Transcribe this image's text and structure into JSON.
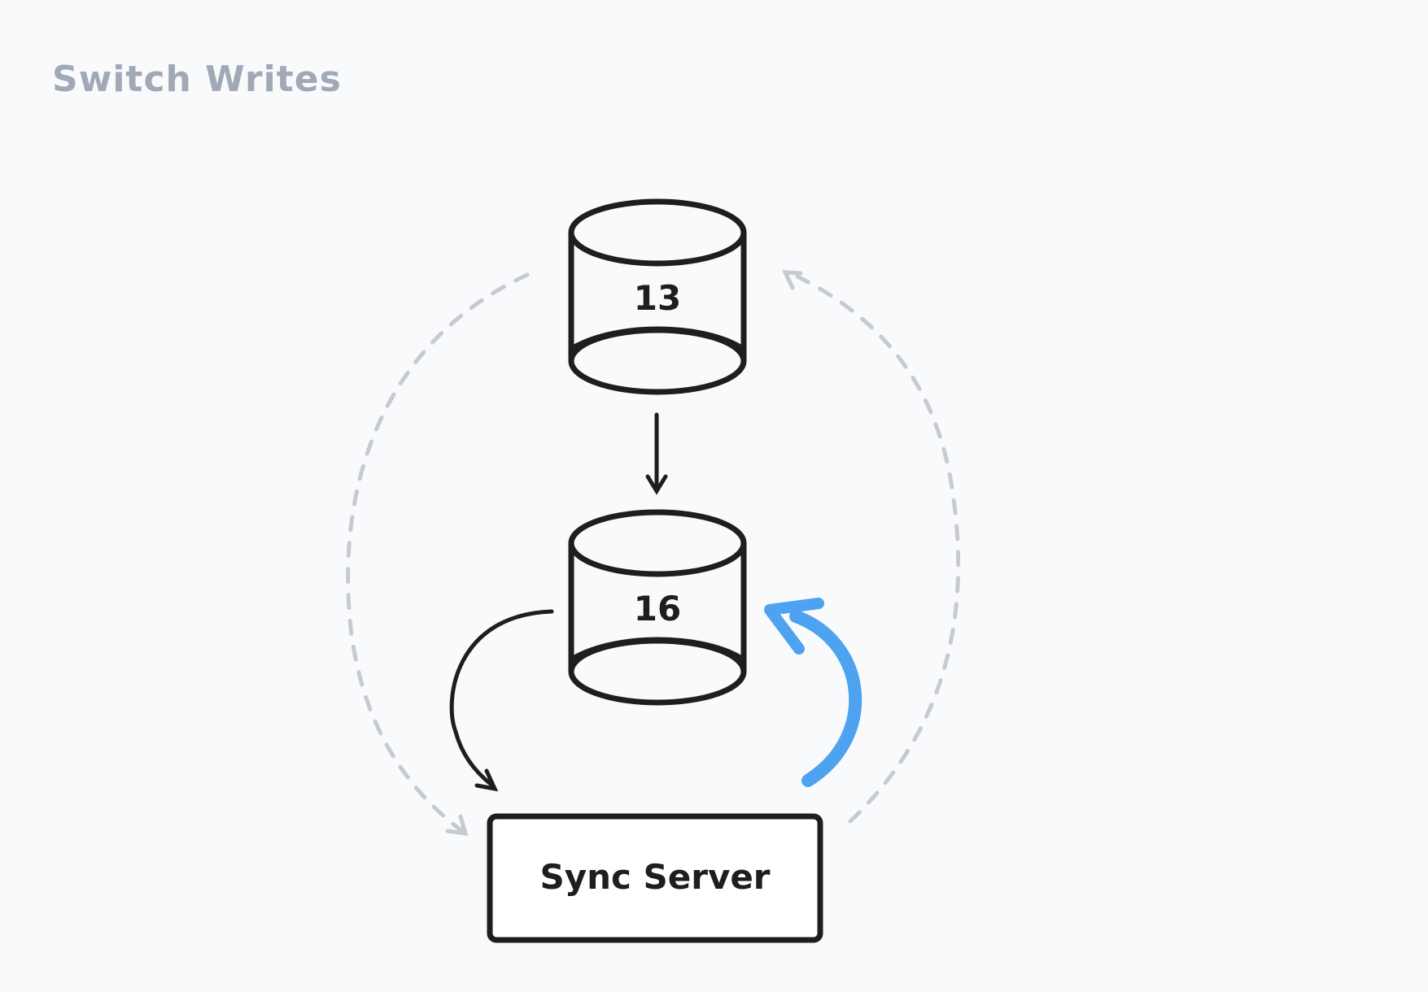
{
  "title": "Switch Writes",
  "colors": {
    "background": "#f9fafc",
    "title": "#a0a9b6",
    "ink": "#1e1e1e",
    "highlight": "#4da3ef",
    "dashed": "#c7cacf",
    "box_fill": "#ffffff"
  },
  "nodes": {
    "db_source": {
      "label": "13"
    },
    "db_target": {
      "label": "16"
    },
    "sync_server": {
      "label": "Sync Server"
    }
  },
  "edges": [
    {
      "from": "db_source",
      "to": "db_target",
      "style": "solid"
    },
    {
      "from": "db_target",
      "to": "sync_server",
      "style": "solid"
    },
    {
      "from": "sync_server",
      "to": "db_target",
      "style": "highlight"
    },
    {
      "from": "db_source",
      "to": "sync_server",
      "style": "dashed"
    },
    {
      "from": "sync_server",
      "to": "db_source",
      "style": "dashed"
    }
  ]
}
